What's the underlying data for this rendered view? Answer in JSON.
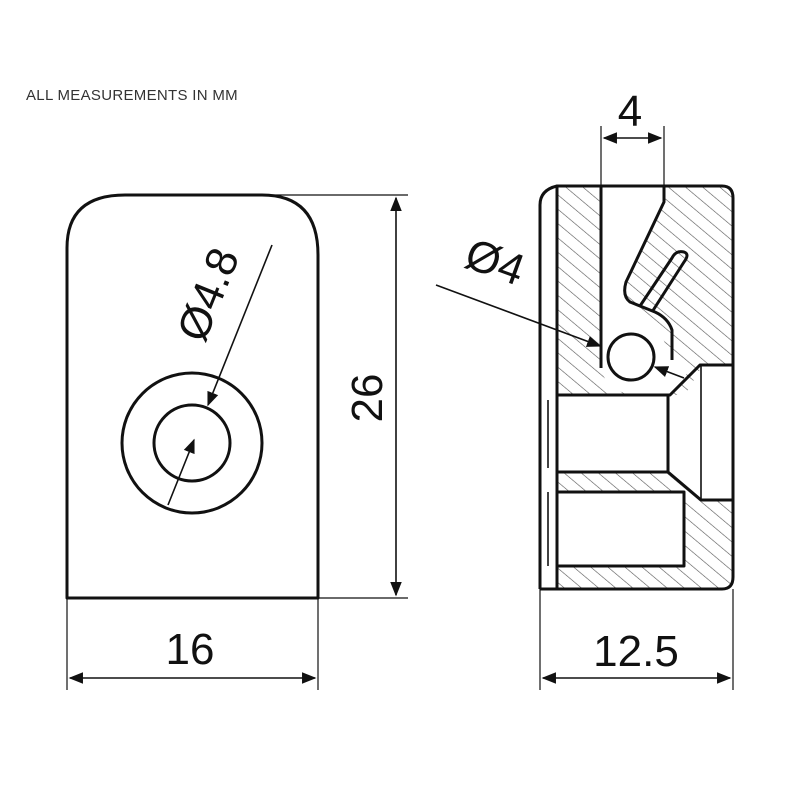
{
  "note": "ALL MEASUREMENTS IN MM",
  "dimensions": {
    "front_width": "16",
    "front_height": "26",
    "front_hole": "Ø4.8",
    "side_width": "12.5",
    "side_slot": "4",
    "side_hole": "Ø4"
  },
  "colors": {
    "line": "#111111",
    "hatch": "#555555",
    "background": "#ffffff"
  }
}
